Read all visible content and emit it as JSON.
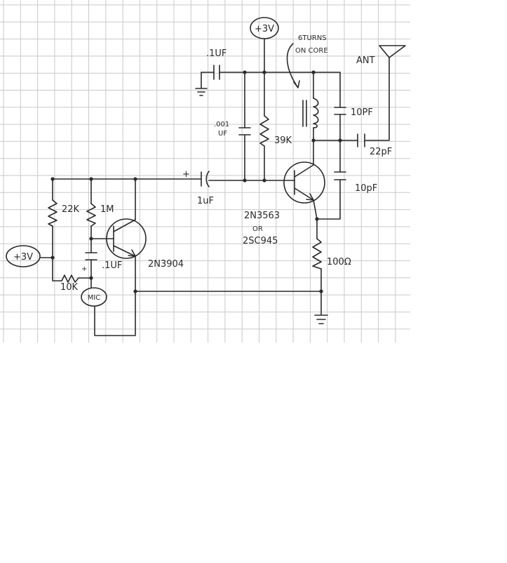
{
  "labels": {
    "supply_top": "+3V",
    "supply_left": "+3V",
    "coil_note_line1": "6TURNS",
    "coil_note_line2": "ON CORE",
    "antenna": "ANT",
    "cap_decouple_top": ".1UF",
    "cap_small_line1": ".001",
    "cap_small_line2": "UF",
    "res_39k": "39K",
    "cap_10pf_top": "10PF",
    "cap_22pf": "22pF",
    "cap_10pf_bottom": "10pF",
    "cap_coupling": "1uF",
    "plus_sign": "+",
    "res_22k": "22K",
    "res_1m": "1M",
    "cap_mic": ".1UF",
    "res_10k": "10K",
    "mic": "MIC",
    "transistor_audio": "2N3904",
    "transistor_rf_line1": "2N3563",
    "transistor_rf_line2": "OR",
    "transistor_rf_line3": "2SC945",
    "res_100": "100Ω"
  }
}
